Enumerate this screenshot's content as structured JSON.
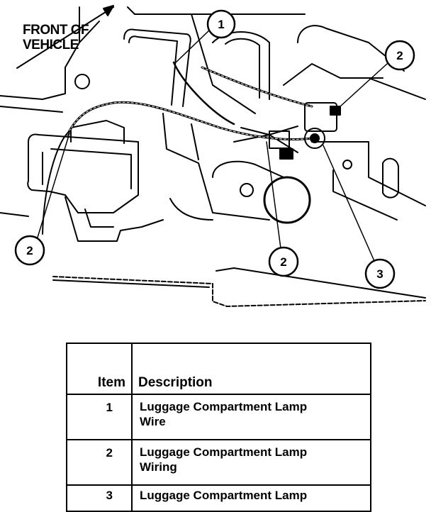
{
  "orientation_label": [
    "FRONT OF",
    "VEHICLE"
  ],
  "callouts": [
    "1",
    "2",
    "2",
    "2",
    "3"
  ],
  "legend": {
    "header_item": "Item",
    "header_description": "Description",
    "rows": [
      {
        "item": "1",
        "description": [
          "Luggage Compartment Lamp",
          "Wire"
        ]
      },
      {
        "item": "2",
        "description": [
          "Luggage Compartment Lamp",
          "Wiring"
        ]
      },
      {
        "item": "3",
        "description": [
          "Luggage Compartment Lamp"
        ]
      }
    ]
  }
}
